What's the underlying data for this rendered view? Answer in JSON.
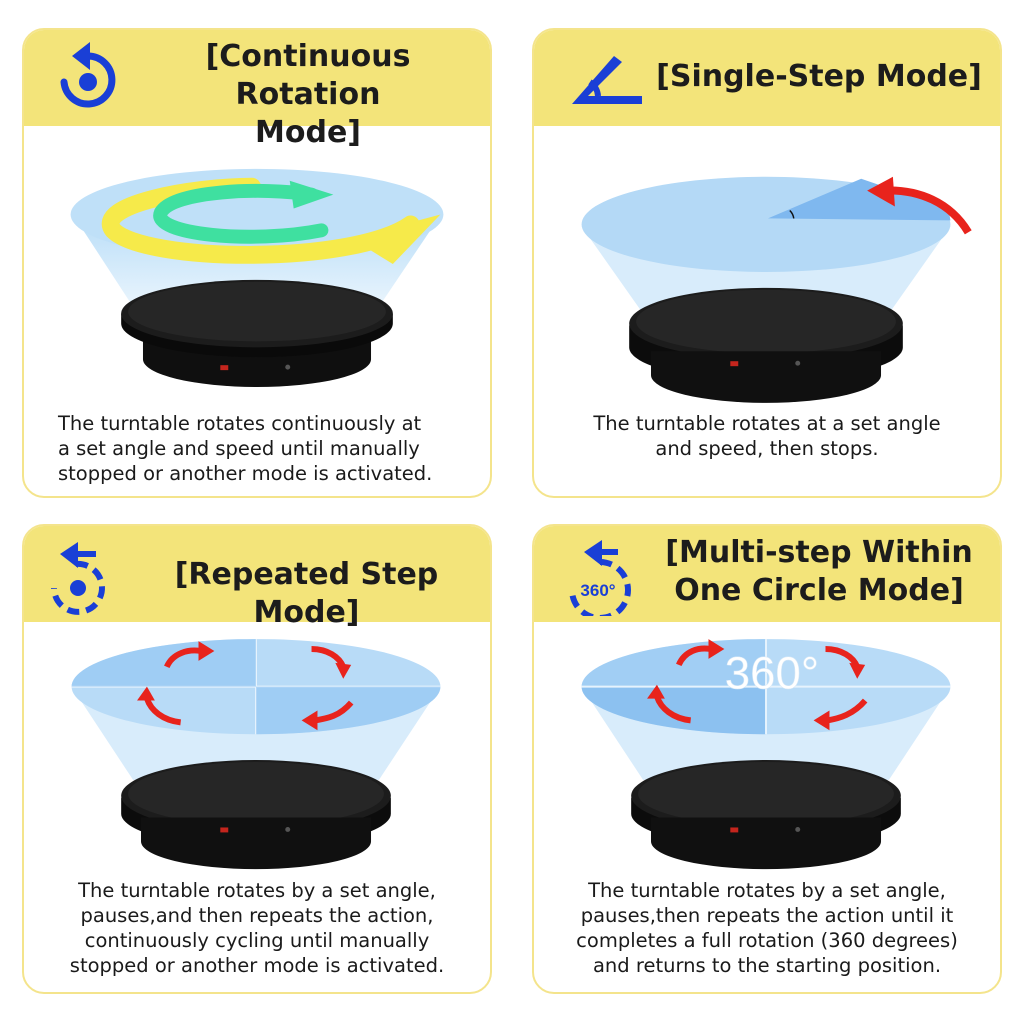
{
  "cards": [
    {
      "title": "[Continuous Rotation Mode]",
      "title_line1": "[Continuous Rotation",
      "title_line2": "Mode]",
      "icon": "continuous-rotation-icon",
      "description": "The turntable rotates continuously at a set angle and speed until manually stopped or another mode is activated.",
      "desc_lines": [
        "The turntable rotates continuously at",
        "a set angle and speed until manually",
        "stopped or another mode is activated."
      ]
    },
    {
      "title": "[Single-Step Mode]",
      "icon": "angle-icon",
      "description": "The turntable rotates at a set angle and speed, then stops.",
      "desc_lines": [
        "The turntable rotates at a set angle",
        "and speed, then stops."
      ]
    },
    {
      "title": "[Repeated Step Mode]",
      "icon": "repeated-step-icon",
      "description": "The turntable rotates by a set angle, pauses,and then repeats the action, continuously cycling until manually stopped or another mode is activated.",
      "desc_lines": [
        "The turntable rotates by a set angle,",
        "pauses,and then repeats the action,",
        "continuously cycling until manually",
        "stopped or another mode is activated."
      ]
    },
    {
      "title": "[Multi-step Within One Circle Mode]",
      "title_line1": "[Multi-step Within",
      "title_line2": "One Circle Mode]",
      "icon": "multi-step-360-icon",
      "icon_label": "360°",
      "overlay_label": "360°",
      "description": "The turntable rotates by a set angle, pauses,then repeats the action until it completes a full rotation (360 degrees) and returns to the starting position.",
      "desc_lines": [
        "The turntable rotates by a set angle,",
        "pauses,then repeats the action until it",
        "completes a full rotation (360 degrees)",
        "and returns to the starting position."
      ]
    }
  ],
  "colors": {
    "header": "#f3e47a",
    "border": "#f4e48c",
    "icon_blue": "#1a3fd6",
    "arrow_red": "#e8231c",
    "beam_blue": "#a9d4f5",
    "disc_black": "#141414"
  }
}
